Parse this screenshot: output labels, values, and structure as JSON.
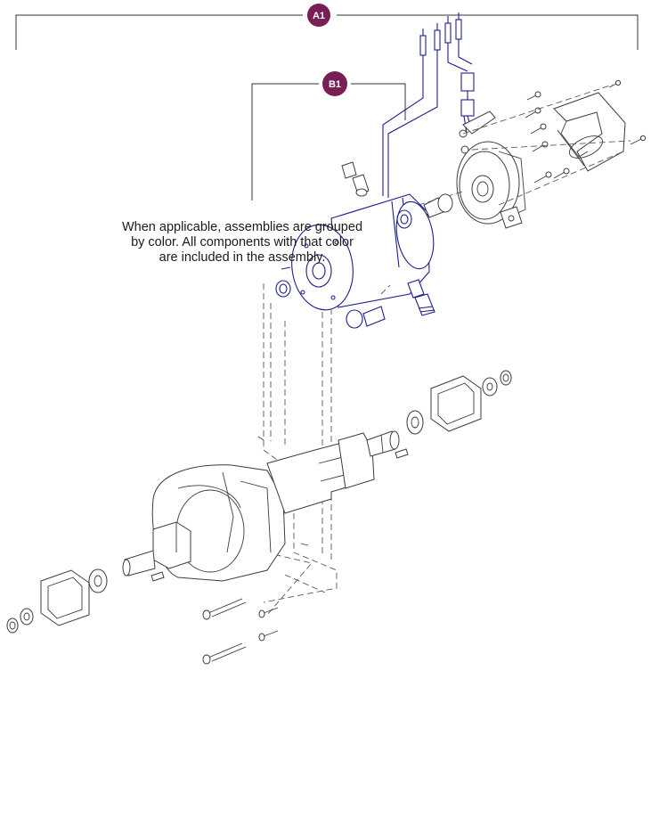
{
  "callouts": {
    "a1": {
      "label": "A1",
      "color": "#7a1f55"
    },
    "b1": {
      "label": "B1",
      "color": "#7a1f55"
    }
  },
  "note": {
    "lines": [
      "When applicable, assemblies are grouped",
      "by color. All components with that color",
      "are included in the assembly."
    ]
  },
  "colors": {
    "assembly_line": "#1e1e8c",
    "part_line": "#3c3c3c"
  }
}
